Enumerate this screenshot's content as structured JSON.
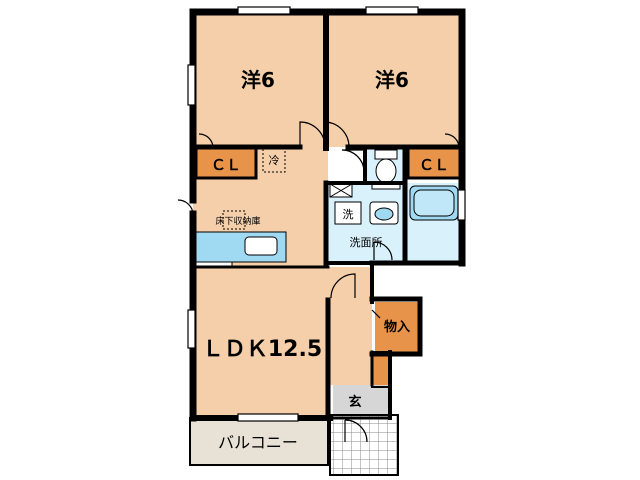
{
  "rooms": {
    "western_left": "洋6",
    "western_right": "洋6",
    "closet_left": "ＣＬ",
    "closet_right": "ＣＬ",
    "fridge": "冷",
    "underfloor_storage": "床下収納庫",
    "washer": "洗",
    "washroom": "洗面所",
    "storage": "物入",
    "ldk": "ＬＤＫ12.5",
    "entrance": "玄",
    "balcony": "バルコニー"
  },
  "colors": {
    "room_fill": "#f5cfaa",
    "closet_fill": "#e8934a",
    "wet_fill": "#d9f1fb",
    "fixture_blue": "#8fd3f0",
    "entrance_fill": "#d6d6d6",
    "balcony_fill": "#e8e2d6",
    "wall": "#000000"
  }
}
